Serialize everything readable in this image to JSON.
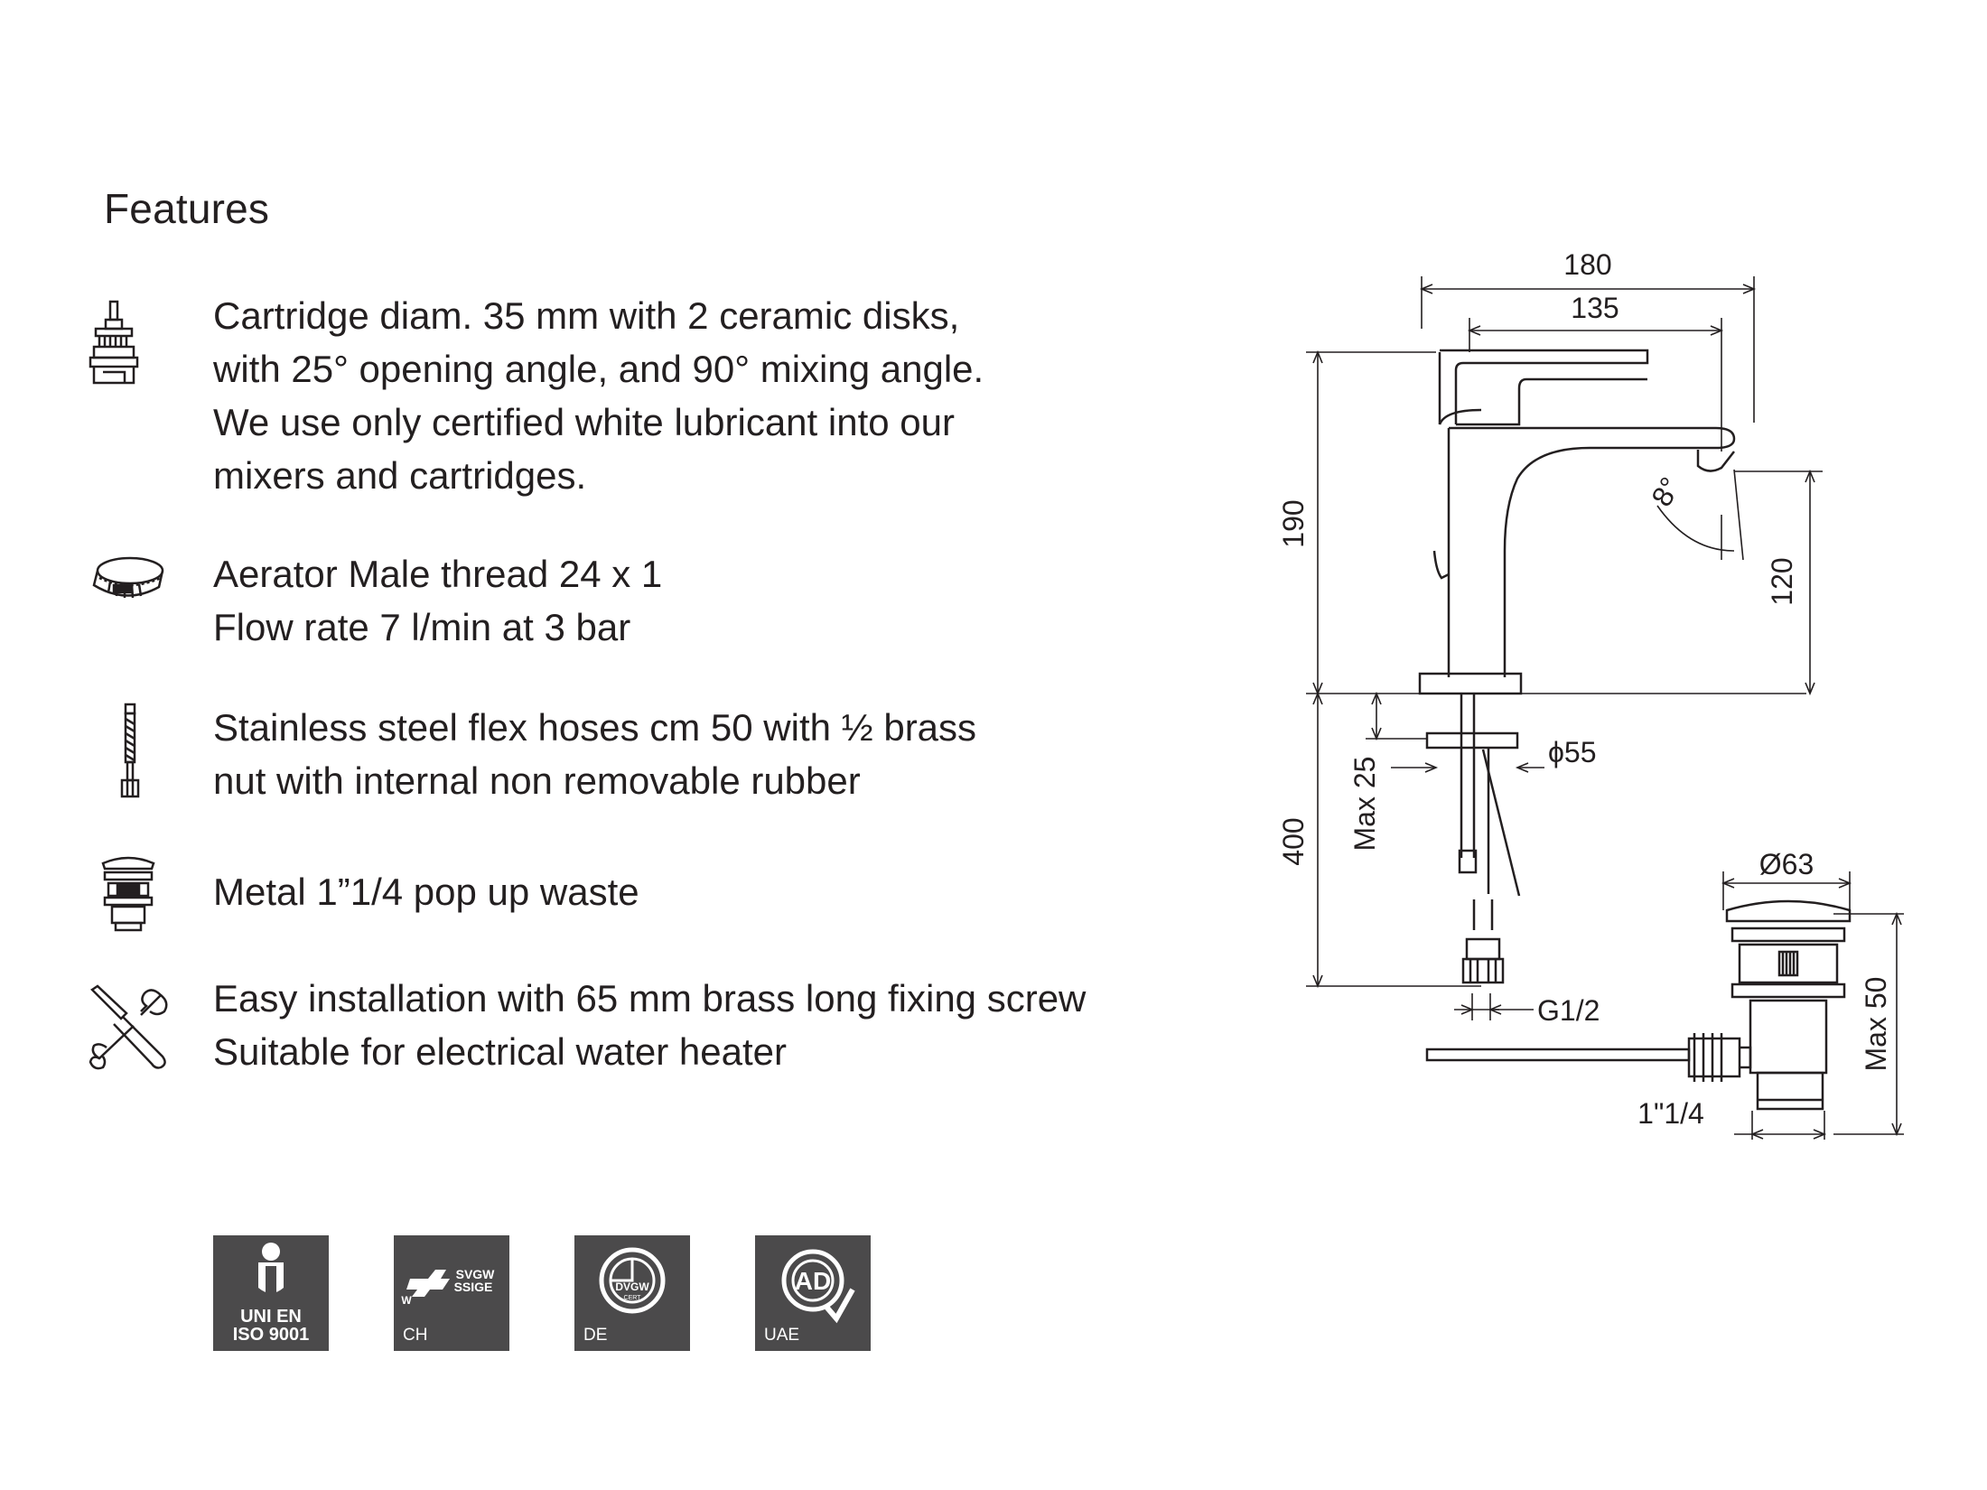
{
  "page": {
    "heading": "Features"
  },
  "features": [
    {
      "icon": "cartridge-icon",
      "lines": [
        "Cartridge diam. 35 mm with 2 ceramic disks,",
        "with 25° opening angle, and 90° mixing angle.",
        "We use only certified white lubricant into our",
        "mixers and cartridges."
      ]
    },
    {
      "icon": "aerator-icon",
      "lines": [
        "Aerator Male thread 24 x 1",
        "Flow rate 7 l/min at 3 bar"
      ]
    },
    {
      "icon": "flex-hose-icon",
      "lines": [
        "Stainless steel flex hoses cm 50 with ½ brass",
        "nut with internal non removable rubber"
      ]
    },
    {
      "icon": "pop-up-waste-icon",
      "lines": [
        "Metal 1”1/4 pop up waste"
      ]
    },
    {
      "icon": "tools-icon",
      "lines": [
        "Easy installation with 65 mm brass long fixing screw",
        "Suitable for electrical water heater"
      ]
    }
  ],
  "certifications": [
    {
      "icon": "iso-9001-icon",
      "logo_text": [
        "UNI EN",
        "ISO 9001"
      ],
      "code": ""
    },
    {
      "icon": "svgw-ssige-icon",
      "logo_text": [
        "SVGW",
        "SSIGE",
        "W"
      ],
      "code": "CH"
    },
    {
      "icon": "dvgw-icon",
      "logo_text": [
        "DVGW",
        "CERT"
      ],
      "code": "DE"
    },
    {
      "icon": "ad-icon",
      "logo_text": [
        "AD"
      ],
      "code": "UAE"
    }
  ],
  "drawing": {
    "dimensions": {
      "overall_length": "180",
      "spout_length": "135",
      "height": "190",
      "spout_height": "120",
      "angle": "8°",
      "base_diameter": "ϕ55",
      "max_thickness": "Max 25",
      "hose_length": "400",
      "connection": "G1/2",
      "waste_diameter": "Ø63",
      "waste_max": "Max 50",
      "waste_thread": "1\"1/4"
    }
  }
}
